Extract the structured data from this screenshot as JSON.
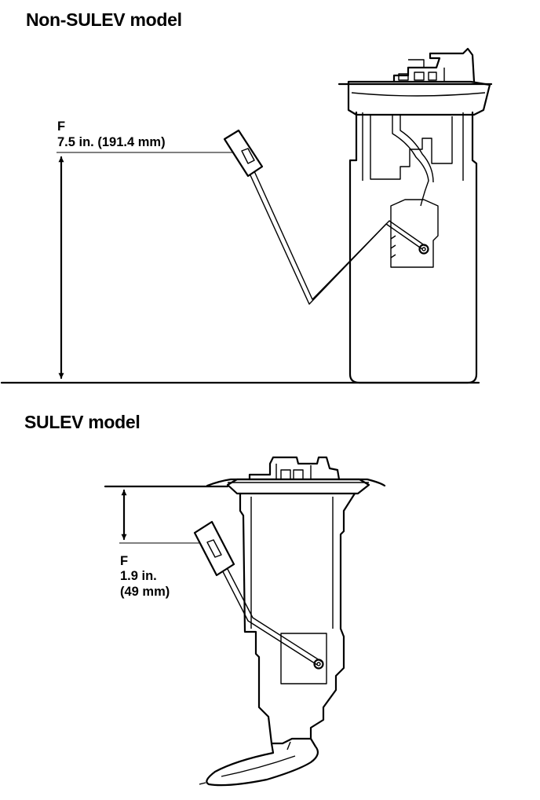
{
  "non_sulev": {
    "heading": "Non-SULEV model",
    "dimension": {
      "letter": "F",
      "value": "7.5 in. (191.4 mm)"
    }
  },
  "sulev": {
    "heading": "SULEV model",
    "dimension": {
      "letter": "F",
      "value_line1": "1.9 in.",
      "value_line2": "(49 mm)"
    }
  }
}
